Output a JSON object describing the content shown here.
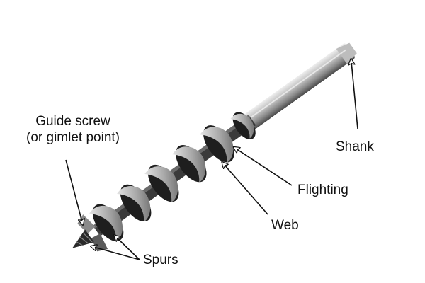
{
  "labels": {
    "guide_screw_line1": "Guide screw",
    "guide_screw_line2": "(or gimlet point)",
    "shank": "Shank",
    "flighting": "Flighting",
    "web": "Web",
    "spurs": "Spurs"
  },
  "colors": {
    "background": "#ffffff",
    "steel_light": "#d8d8d8",
    "steel_mid": "#9a9a9a",
    "steel_dark": "#2a2a2a",
    "arrow": "#111111"
  }
}
